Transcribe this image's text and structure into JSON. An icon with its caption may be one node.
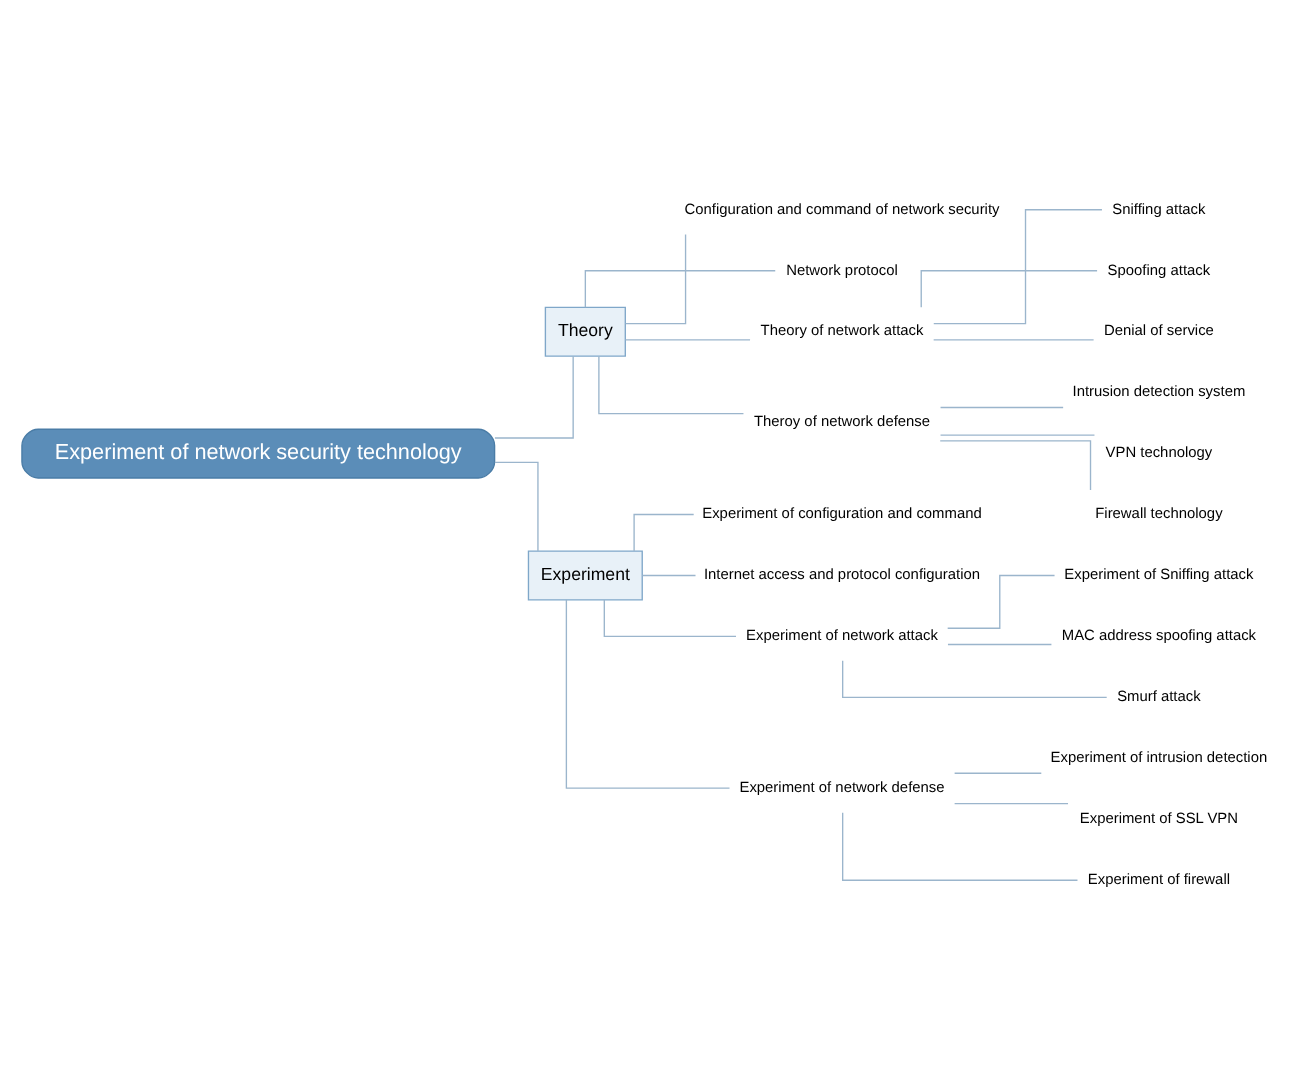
{
  "diagram": {
    "nodes": [
      {
        "text": [
          "Experiment of network security technology"
        ]
      },
      {
        "text": [
          "Theory"
        ]
      },
      {
        "text": [
          "Configuration and command of network security"
        ]
      },
      {
        "text": [
          "Network protocol"
        ]
      },
      {
        "text": [
          "Theory of network attack"
        ]
      },
      {
        "text": [
          "Sniffing attack"
        ]
      },
      {
        "text": [
          "Spoofing attack"
        ]
      },
      {
        "text": [
          "Denial of service"
        ]
      },
      {
        "text": [
          "Theroy of network defense"
        ]
      },
      {
        "text": [
          "Intrusion detection system"
        ]
      },
      {
        "text": [
          "VPN technology"
        ]
      },
      {
        "text": [
          "Firewall technology"
        ]
      },
      {
        "text": [
          "Experiment"
        ]
      },
      {
        "text": [
          "Experiment of configuration and command"
        ]
      },
      {
        "text": [
          "Internet access and protocol configuration"
        ]
      },
      {
        "text": [
          "Experiment of network attack"
        ]
      },
      {
        "text": [
          "Experiment of Sniffing attack"
        ]
      },
      {
        "text": [
          "MAC address spoofing attack"
        ]
      },
      {
        "text": [
          "Smurf attack"
        ]
      },
      {
        "text": [
          "Experiment of network defense"
        ]
      },
      {
        "text": [
          "Experiment of intrusion detection"
        ]
      },
      {
        "text": [
          "Experiment of SSL VPN"
        ]
      },
      {
        "text": [
          "Experiment of firewall"
        ]
      }
    ],
    "edges": [
      {
        "from": 0,
        "to": 1,
        "arrow": "none"
      },
      {
        "from": 1,
        "to": 2,
        "arrow": "none"
      },
      {
        "from": 1,
        "to": 3,
        "arrow": "none"
      },
      {
        "from": 1,
        "to": 4,
        "arrow": "none"
      },
      {
        "from": 4,
        "to": 5,
        "arrow": "none"
      },
      {
        "from": 4,
        "to": 6,
        "arrow": "none"
      },
      {
        "from": 4,
        "to": 7,
        "arrow": "none"
      },
      {
        "from": 1,
        "to": 8,
        "arrow": "none"
      },
      {
        "from": 8,
        "to": 9,
        "arrow": "none"
      },
      {
        "from": 8,
        "to": 10,
        "arrow": "none"
      },
      {
        "from": 8,
        "to": 11,
        "arrow": "none"
      },
      {
        "from": 0,
        "to": 12,
        "arrow": "none"
      },
      {
        "from": 12,
        "to": 13,
        "arrow": "none"
      },
      {
        "from": 12,
        "to": 14,
        "arrow": "none"
      },
      {
        "from": 12,
        "to": 15,
        "arrow": "none"
      },
      {
        "from": 15,
        "to": 16,
        "arrow": "none"
      },
      {
        "from": 15,
        "to": 17,
        "arrow": "none"
      },
      {
        "from": 15,
        "to": 18,
        "arrow": "none"
      },
      {
        "from": 12,
        "to": 19,
        "arrow": "none"
      },
      {
        "from": 19,
        "to": 20,
        "arrow": "none"
      },
      {
        "from": 19,
        "to": 21,
        "arrow": "none"
      },
      {
        "from": 19,
        "to": 22,
        "arrow": "none"
      }
    ]
  }
}
